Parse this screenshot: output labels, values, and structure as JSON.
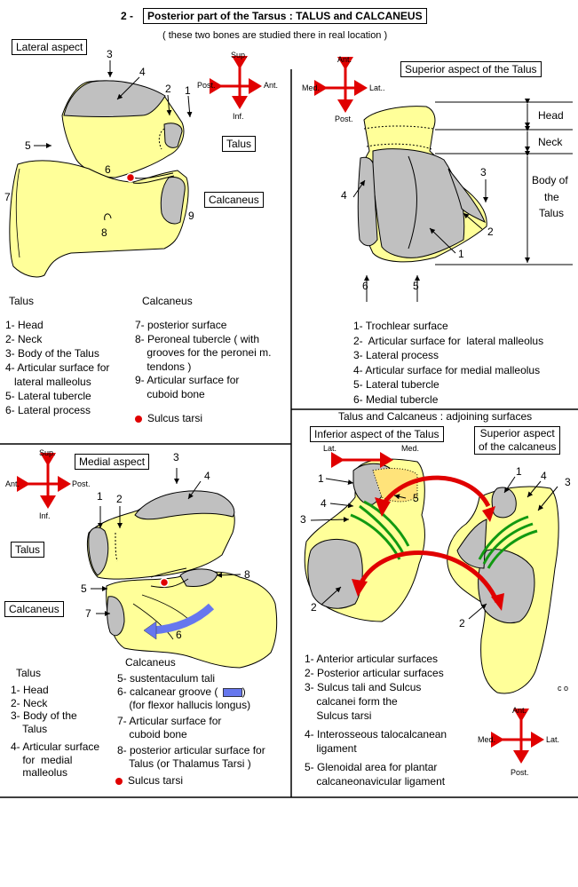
{
  "header": {
    "number": "2 -",
    "title": "Posterior part of the Tarsus : TALUS and CALCANEUS",
    "subtitle": "( these two bones are studied there in real location )"
  },
  "panel_lateral": {
    "title": "Lateral aspect",
    "talus_label": "Talus",
    "calcaneus_label": "Calcaneus",
    "numbers": [
      "1",
      "2",
      "3",
      "4",
      "5",
      "6",
      "7",
      "8",
      "9"
    ],
    "compass": {
      "up": "Sup.",
      "down": "Inf.",
      "left": "Post.",
      "right": "Ant."
    },
    "legend_talus_head": "Talus",
    "legend_talus": [
      "1- Head",
      "2- Neck",
      "3- Body of the Talus",
      "4- Articular surface for",
      "   lateral malleolus",
      "5- Lateral tubercle",
      "6- Lateral process"
    ],
    "legend_calc_head": "Calcaneus",
    "legend_calc": [
      "7- posterior surface",
      "8- Peroneal tubercle ( with",
      "    grooves for the peronei m.",
      "    tendons )",
      "9- Articular surface for",
      "    cuboid bone"
    ],
    "sulcus": "Sulcus tarsi"
  },
  "panel_superior": {
    "title": "Superior aspect of the Talus",
    "compass": {
      "up": "Ant.",
      "down": "Post.",
      "left": "Med.",
      "right": "Lat.."
    },
    "dims": {
      "head": "Head",
      "neck": "Neck",
      "body1": "Body of",
      "body2": "the",
      "body3": "Talus"
    },
    "numbers": [
      "1",
      "2",
      "3",
      "4",
      "5",
      "6"
    ],
    "legend": [
      "1- Trochlear surface",
      "2-  Articular surface for  lateral malleolus",
      "3- Lateral process",
      "4- Articular surface for medial  malleolus",
      "5- Lateral tubercle",
      "6- Medial tubercle"
    ]
  },
  "panel_medial": {
    "title": "Medial aspect",
    "talus_label": "Talus",
    "calcaneus_label": "Calcaneus",
    "compass": {
      "up": "Sup.",
      "down": "Inf.",
      "left": "Ant.",
      "right": "Post."
    },
    "numbers": [
      "1",
      "2",
      "3",
      "4",
      "5",
      "6",
      "7",
      "8"
    ],
    "legend_talus_head": "Talus",
    "legend_talus": [
      "1- Head",
      "2- Neck",
      "3- Body of the",
      "    Talus",
      "4- Articular surface",
      "    for  medial",
      "    malleolus"
    ],
    "legend_calc_head": "Calcaneus",
    "legend_calc": [
      "5- sustentaculum tali",
      "6- calcanear groove  (",
      "    (for flexor hallucis longus)",
      "7-  Articular surface for",
      "    cuboid bone",
      "8- posterior articular surface for",
      "    Talus (or Thalamus Tarsi )"
    ],
    "sulcus": "Sulcus tarsi"
  },
  "panel_adjoining": {
    "title": "Talus and Calcaneus : adjoining surfaces",
    "inferior_title": "Inferior aspect of the Talus",
    "superior_title_1": "Superior aspect",
    "superior_title_2": "of the calcaneus",
    "lat_med": {
      "left": "Lat.",
      "right": "Med."
    },
    "numbers": [
      "1",
      "2",
      "3",
      "4",
      "5"
    ],
    "legend": [
      "1- Anterior articular surfaces",
      "2- Posterior articular surfaces",
      "3- Sulcus tali and Sulcus",
      "    calcanei form the",
      "    Sulcus tarsi",
      "4- Interosseous talocalcanean",
      "    ligament",
      "5- Glenoidal area for plantar",
      "    calcaneonavicular ligament"
    ],
    "compass": {
      "up": "Ant.",
      "down": "Post.",
      "left": "Med.",
      "right": "Lat."
    },
    "mark": "c o"
  },
  "colors": {
    "bone": "#ffff99",
    "articular": "#c0c0c0",
    "arrow_red": "#e00000",
    "ligament": "#119911",
    "groove_arrow": "#6677ee"
  }
}
